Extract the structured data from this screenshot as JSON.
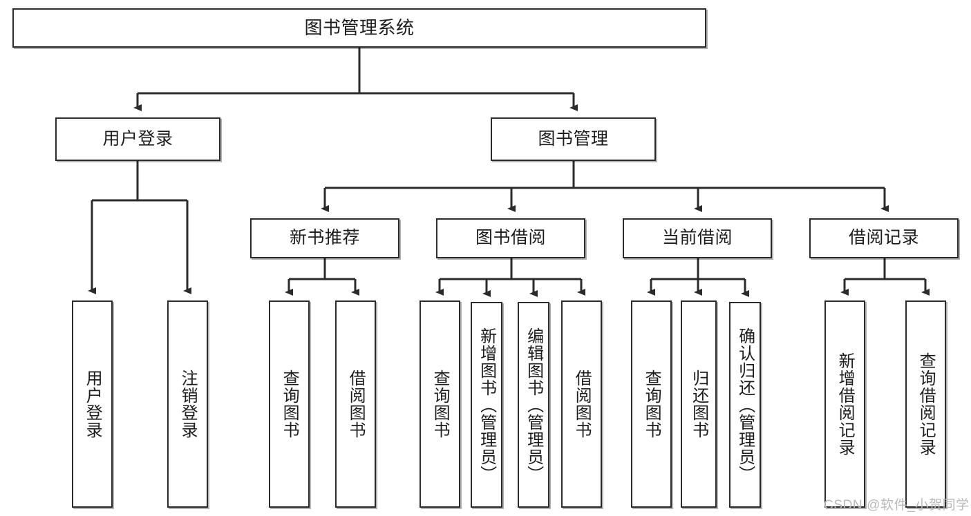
{
  "diagram": {
    "title": "图书管理系统",
    "type": "tree-hierarchy",
    "levels": 4,
    "root": {
      "label": "图书管理系统"
    },
    "level2": [
      {
        "label": "用户登录"
      },
      {
        "label": "图书管理"
      }
    ],
    "level3": [
      {
        "label": "新书推荐"
      },
      {
        "label": "图书借阅"
      },
      {
        "label": "当前借阅"
      },
      {
        "label": "借阅记录"
      }
    ],
    "leaves": {
      "user_login": [
        {
          "label": "用户登录"
        },
        {
          "label": "注销登录"
        }
      ],
      "new_book_recommend": [
        {
          "label": "查询图书"
        },
        {
          "label": "借阅图书"
        }
      ],
      "book_borrow": [
        {
          "label": "查询图书"
        },
        {
          "label": "新增图书（管理员）"
        },
        {
          "label": "编辑图书（管理员）"
        },
        {
          "label": "借阅图书"
        }
      ],
      "current_borrow": [
        {
          "label": "查询图书"
        },
        {
          "label": "归还图书"
        },
        {
          "label": "确认归还（管理员）"
        }
      ],
      "borrow_record": [
        {
          "label": "新增借阅记录"
        },
        {
          "label": "查询借阅记录"
        }
      ]
    }
  },
  "watermark": {
    "text": "CSDN @软件_小贺同学"
  },
  "colors": {
    "stroke": "#2b2b2b",
    "fill": "#ffffff",
    "text": "#1d1d1d",
    "watermark": "#b9b9b9"
  }
}
